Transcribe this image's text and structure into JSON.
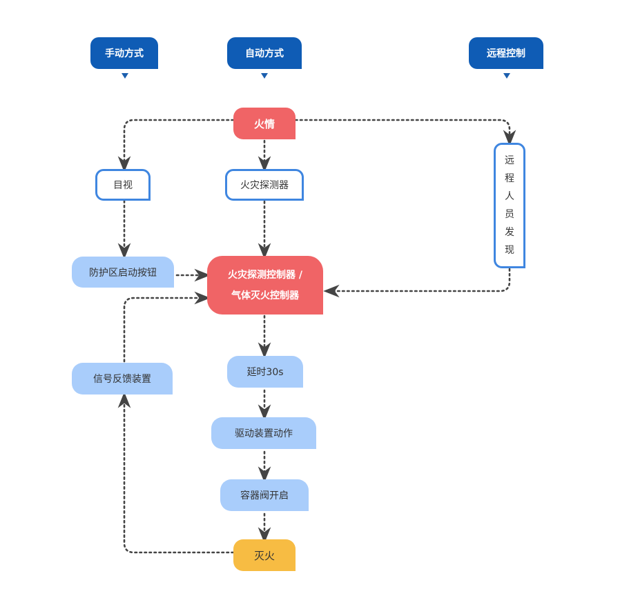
{
  "headers": {
    "manual": "手动方式",
    "auto": "自动方式",
    "remote": "远程控制"
  },
  "nodes": {
    "fire": "火情",
    "visual": "目视",
    "detector": "火灾探测器",
    "remote_found": [
      "远",
      "程",
      "人",
      "员",
      "发",
      "现"
    ],
    "zone_button": "防护区启动按钮",
    "controller_line1": "火灾探测控制器 /",
    "controller_line2": "气体灭火控制器",
    "delay": "延时30s",
    "drive": "驱动装置动作",
    "valve": "容器阀开启",
    "extinguish": "灭火",
    "feedback": "信号反馈装置"
  },
  "colors": {
    "header": "#0f5cb5",
    "red": "#f06466",
    "outline": "#3f86e0",
    "light": "#a9cdfb",
    "yellow": "#f7bc43",
    "connector": "#444444"
  }
}
